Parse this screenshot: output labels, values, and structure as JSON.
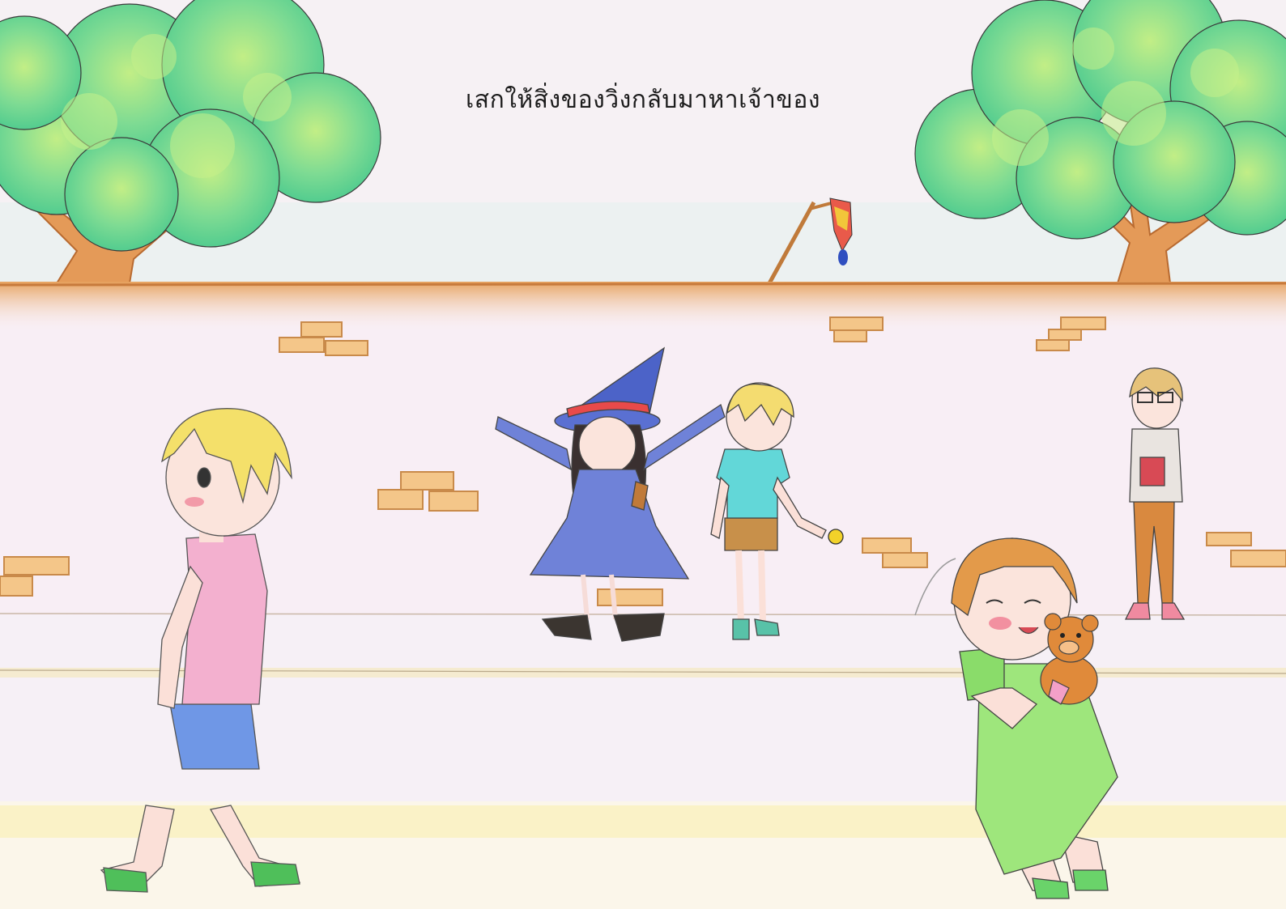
{
  "caption": "เสกให้สิ่งของวิ่งกลับมาหาเจ้าของ",
  "colors": {
    "sky": "#f6f0f4",
    "foliage": "#6ed99a",
    "foliage_light": "#b6ec7a",
    "wall_top": "#e0a060",
    "wall": "#f8ecf4",
    "brick": "#f3c486",
    "path": "#f7f0f5",
    "ground": "#fbf6ea"
  },
  "scene_elements": [
    "tree-left",
    "tree-right",
    "net-pole",
    "wall",
    "bricks",
    "boy-pink-shirt",
    "witch-girl",
    "boy-cyan-shirt",
    "boy-glasses",
    "girl-green-dress",
    "teddy-bear",
    "coin"
  ]
}
